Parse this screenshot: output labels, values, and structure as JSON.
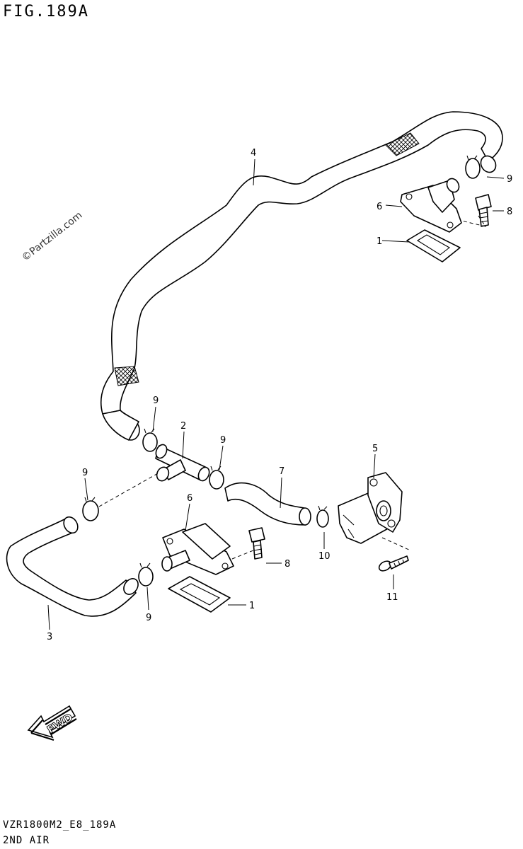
{
  "figure": {
    "title": "FIG.189A",
    "footer_code": "VZR1800M2_E8_189A",
    "footer_title": "2ND AIR",
    "watermark": "©Partzilla.com",
    "fwd_label": "FWD"
  },
  "callouts": [
    {
      "id": "c4",
      "text": "4"
    },
    {
      "id": "c9a",
      "text": "9"
    },
    {
      "id": "c6a",
      "text": "6"
    },
    {
      "id": "c8a",
      "text": "8"
    },
    {
      "id": "c1a",
      "text": "1"
    },
    {
      "id": "c9b",
      "text": "9"
    },
    {
      "id": "c2",
      "text": "2"
    },
    {
      "id": "c9c",
      "text": "9"
    },
    {
      "id": "c9d",
      "text": "9"
    },
    {
      "id": "c5",
      "text": "5"
    },
    {
      "id": "c7",
      "text": "7"
    },
    {
      "id": "c6b",
      "text": "6"
    },
    {
      "id": "c8b",
      "text": "8"
    },
    {
      "id": "c10",
      "text": "10"
    },
    {
      "id": "c11",
      "text": "11"
    },
    {
      "id": "c1b",
      "text": "1"
    },
    {
      "id": "c9e",
      "text": "9"
    },
    {
      "id": "c3",
      "text": "3"
    }
  ]
}
